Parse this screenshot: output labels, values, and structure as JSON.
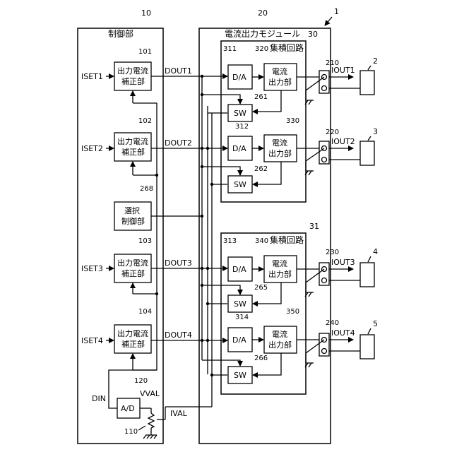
{
  "ref": {
    "system": "1",
    "control_unit": "10",
    "current_module": "20",
    "ic1": "30",
    "ic2": "31",
    "corr1": "101",
    "corr2": "102",
    "corr3": "103",
    "corr4": "104",
    "ad": "120",
    "sensor": "110",
    "sel": "268",
    "da1": "311",
    "da2": "312",
    "da3": "313",
    "da4": "314",
    "out1": "320",
    "out2": "330",
    "out3": "340",
    "out4": "350",
    "sw1": "261",
    "sw2": "262",
    "sw3": "265",
    "sw4": "266",
    "term1": "210",
    "term2": "220",
    "term3": "230",
    "term4": "240",
    "load1": "2",
    "load2": "3",
    "load3": "4",
    "load4": "5"
  },
  "labels": {
    "control_unit": "制御部",
    "current_module": "電流出力モジュール",
    "ic": "集積回路",
    "corr_line1": "出力電流",
    "corr_line2": "補正部",
    "sel_line1": "選択",
    "sel_line2": "制御部",
    "out_line1": "電流",
    "out_line2": "出力部",
    "da": "D/A",
    "sw": "SW",
    "ad": "A/D"
  },
  "signals": {
    "iset1": "ISET1",
    "iset2": "ISET2",
    "iset3": "ISET3",
    "iset4": "ISET4",
    "dout1": "DOUT1",
    "dout2": "DOUT2",
    "dout3": "DOUT3",
    "dout4": "DOUT4",
    "iout1": "IOUT1",
    "iout2": "IOUT2",
    "iout3": "IOUT3",
    "iout4": "IOUT4",
    "din": "DIN",
    "vval": "VVAL",
    "ival": "IVAL"
  }
}
